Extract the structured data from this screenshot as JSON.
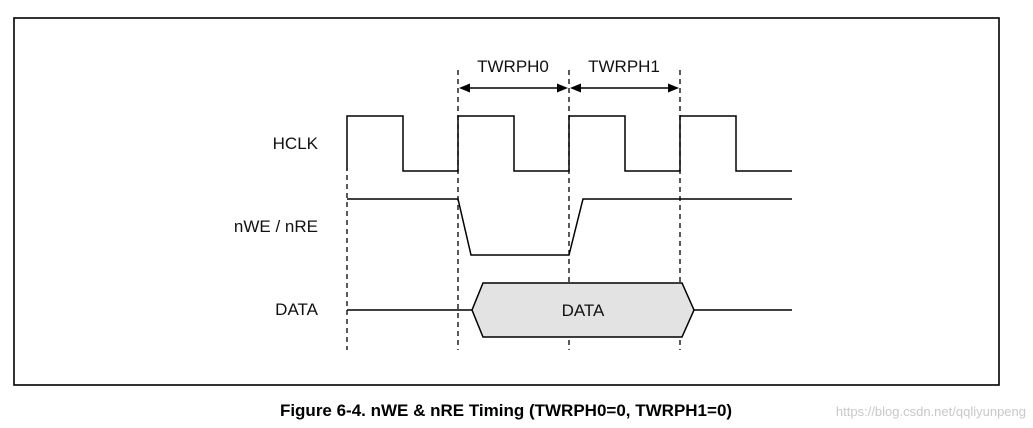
{
  "signals": {
    "hclk": "HCLK",
    "nwe_nre": "nWE / nRE",
    "data": "DATA"
  },
  "timing": {
    "twrph0": "TWRPH0",
    "twrph1": "TWRPH1"
  },
  "data_bus_label": "DATA",
  "caption": "Figure 6-4. nWE & nRE Timing (TWRPH0=0, TWRPH1=0)",
  "watermark": "https://blog.csdn.net/qqliyunpeng",
  "colors": {
    "border": "#000000",
    "data_fill": "#e3e3e3",
    "watermark": "#c8c8c8"
  }
}
